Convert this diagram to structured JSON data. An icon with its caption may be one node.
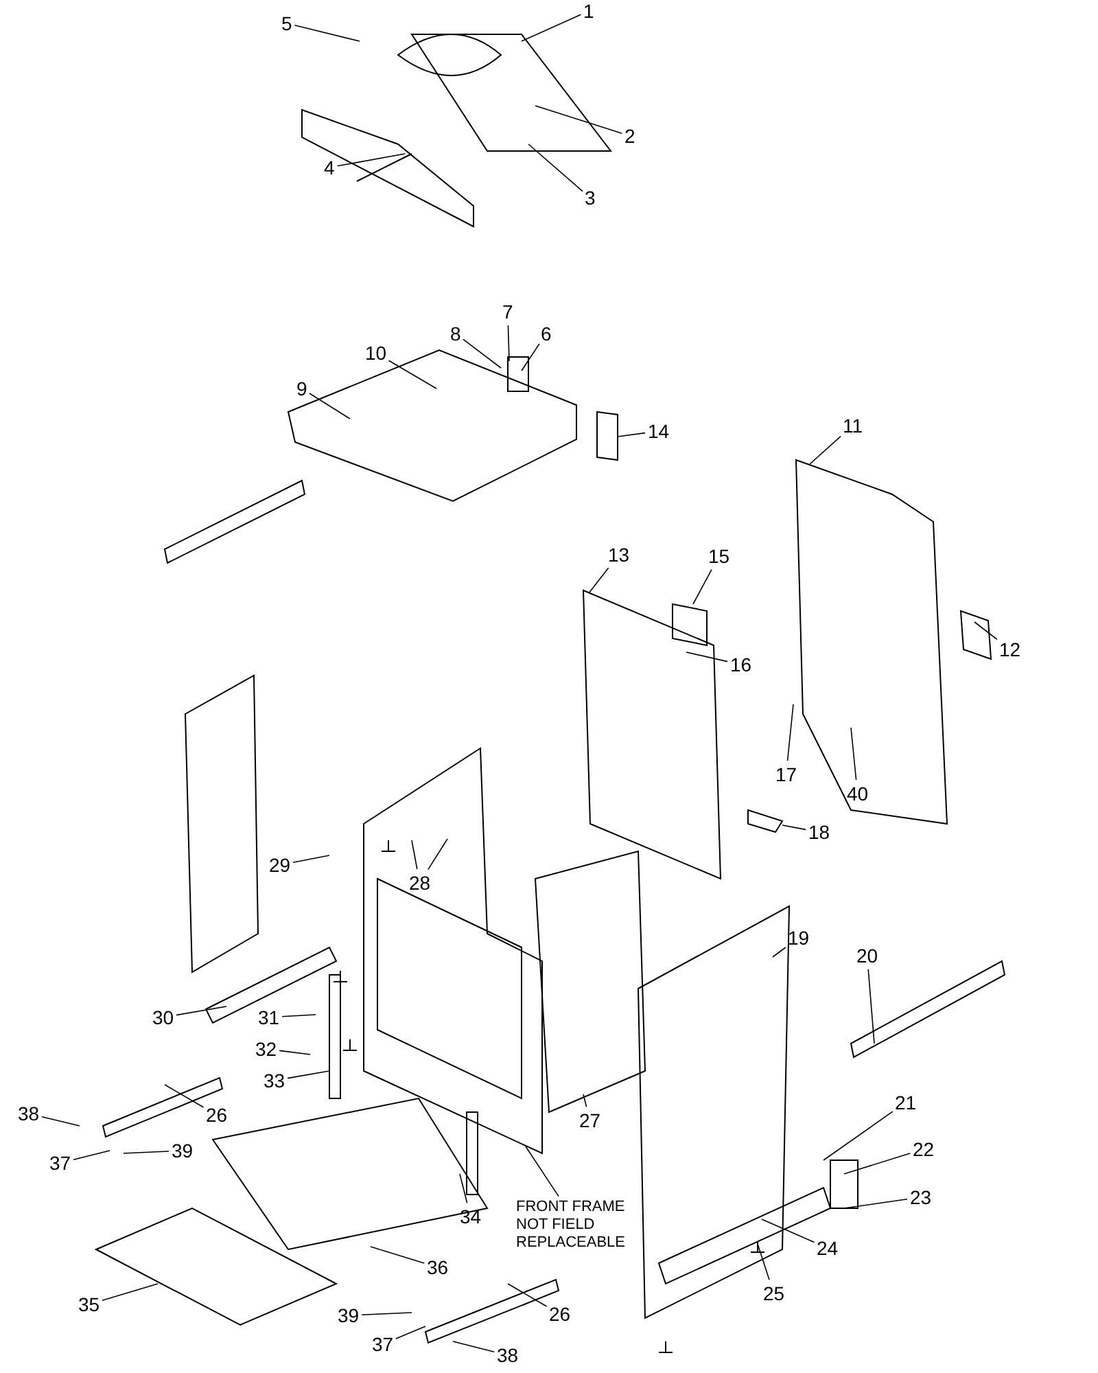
{
  "diagram": {
    "nodes": [
      {
        "text": [
          "1"
        ]
      },
      {
        "text": [
          "5"
        ]
      },
      {
        "text": [
          "2"
        ]
      },
      {
        "text": [
          "4"
        ]
      },
      {
        "text": [
          "3"
        ]
      },
      {
        "text": [
          "7"
        ]
      },
      {
        "text": [
          "8"
        ]
      },
      {
        "text": [
          "6"
        ]
      },
      {
        "text": [
          "10"
        ]
      },
      {
        "text": [
          "9"
        ]
      },
      {
        "text": [
          "14"
        ]
      },
      {
        "text": [
          "11"
        ]
      },
      {
        "text": [
          "13"
        ]
      },
      {
        "text": [
          "15"
        ]
      },
      {
        "text": [
          "16"
        ]
      },
      {
        "text": [
          "12"
        ]
      },
      {
        "text": [
          "17"
        ]
      },
      {
        "text": [
          "40"
        ]
      },
      {
        "text": [
          "18"
        ]
      },
      {
        "text": [
          "29"
        ]
      },
      {
        "text": [
          "28"
        ]
      },
      {
        "text": [
          "19"
        ]
      },
      {
        "text": [
          "20"
        ]
      },
      {
        "text": [
          "30"
        ]
      },
      {
        "text": [
          "31"
        ]
      },
      {
        "text": [
          "32"
        ]
      },
      {
        "text": [
          "33"
        ]
      },
      {
        "text": [
          "27"
        ]
      },
      {
        "text": [
          "26"
        ]
      },
      {
        "text": [
          "38"
        ]
      },
      {
        "text": [
          "21"
        ]
      },
      {
        "text": [
          "39"
        ]
      },
      {
        "text": [
          "37"
        ]
      },
      {
        "text": [
          "22"
        ]
      },
      {
        "text": [
          "23"
        ]
      },
      {
        "text": [
          "34"
        ]
      },
      {
        "text": [
          "FRONT FRAME NOT FIELD REPLACEABLE"
        ]
      },
      {
        "text": [
          "24"
        ]
      },
      {
        "text": [
          "36"
        ]
      },
      {
        "text": [
          "25"
        ]
      },
      {
        "text": [
          "35"
        ]
      },
      {
        "text": [
          "26"
        ]
      },
      {
        "text": [
          "39"
        ]
      },
      {
        "text": [
          "37"
        ]
      },
      {
        "text": [
          "38"
        ]
      }
    ],
    "edges": [
      {
        "from": 0,
        "to": null,
        "arrow": "none"
      },
      {
        "from": 1,
        "to": null,
        "arrow": "none"
      },
      {
        "from": 2,
        "to": null,
        "arrow": "none"
      },
      {
        "from": 3,
        "to": null,
        "arrow": "none"
      },
      {
        "from": 4,
        "to": null,
        "arrow": "none"
      },
      {
        "from": 5,
        "to": null,
        "arrow": "none"
      },
      {
        "from": 6,
        "to": null,
        "arrow": "none"
      },
      {
        "from": 7,
        "to": null,
        "arrow": "none"
      },
      {
        "from": 8,
        "to": null,
        "arrow": "none"
      },
      {
        "from": 9,
        "to": null,
        "arrow": "none"
      },
      {
        "from": 10,
        "to": null,
        "arrow": "none"
      },
      {
        "from": 11,
        "to": null,
        "arrow": "none"
      },
      {
        "from": 12,
        "to": null,
        "arrow": "none"
      },
      {
        "from": 13,
        "to": null,
        "arrow": "none"
      },
      {
        "from": 14,
        "to": null,
        "arrow": "none"
      },
      {
        "from": 15,
        "to": null,
        "arrow": "none"
      },
      {
        "from": 16,
        "to": null,
        "arrow": "none"
      },
      {
        "from": 17,
        "to": null,
        "arrow": "none"
      },
      {
        "from": 18,
        "to": null,
        "arrow": "none"
      },
      {
        "from": 19,
        "to": null,
        "arrow": "none"
      },
      {
        "from": 20,
        "to": null,
        "arrow": "none"
      },
      {
        "from": 20,
        "to": null,
        "arrow": "none"
      },
      {
        "from": 21,
        "to": null,
        "arrow": "none"
      },
      {
        "from": 22,
        "to": null,
        "arrow": "none"
      },
      {
        "from": 23,
        "to": null,
        "arrow": "none"
      },
      {
        "from": 24,
        "to": null,
        "arrow": "none"
      },
      {
        "from": 25,
        "to": null,
        "arrow": "none"
      },
      {
        "from": 26,
        "to": null,
        "arrow": "none"
      },
      {
        "from": 27,
        "to": null,
        "arrow": "none"
      },
      {
        "from": 28,
        "to": null,
        "arrow": "none"
      },
      {
        "from": 29,
        "to": null,
        "arrow": "none"
      },
      {
        "from": 30,
        "to": null,
        "arrow": "none"
      },
      {
        "from": 31,
        "to": null,
        "arrow": "none"
      },
      {
        "from": 32,
        "to": null,
        "arrow": "none"
      },
      {
        "from": 33,
        "to": null,
        "arrow": "none"
      },
      {
        "from": 34,
        "to": null,
        "arrow": "none"
      },
      {
        "from": 35,
        "to": null,
        "arrow": "none"
      },
      {
        "from": 36,
        "to": null,
        "arrow": "none"
      },
      {
        "from": 37,
        "to": null,
        "arrow": "none"
      },
      {
        "from": 38,
        "to": null,
        "arrow": "none"
      },
      {
        "from": 39,
        "to": null,
        "arrow": "none"
      },
      {
        "from": 40,
        "to": null,
        "arrow": "none"
      },
      {
        "from": 41,
        "to": null,
        "arrow": "none"
      },
      {
        "from": 42,
        "to": null,
        "arrow": "none"
      },
      {
        "from": 43,
        "to": null,
        "arrow": "none"
      },
      {
        "from": 44,
        "to": null,
        "arrow": "none"
      }
    ]
  }
}
